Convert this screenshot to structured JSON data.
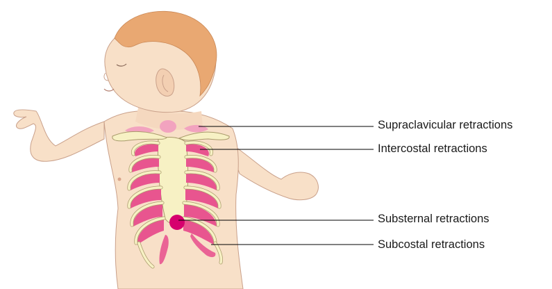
{
  "labels": {
    "supraclavicular": "Supraclavicular retractions",
    "intercostal": "Intercostal retractions",
    "substernal": "Substernal retractions",
    "subcostal": "Subcostal retractions"
  },
  "colors": {
    "skin": "#f8e0c8",
    "skin_outline": "#c9a08a",
    "hair": "#e9a872",
    "bone": "#f7f1c4",
    "bone_outline": "#a89a6a",
    "retraction_pink": "#e8558f",
    "retraction_light": "#f2a3bf",
    "substernal_magenta": "#d6006e",
    "leader_line": "#000000"
  }
}
